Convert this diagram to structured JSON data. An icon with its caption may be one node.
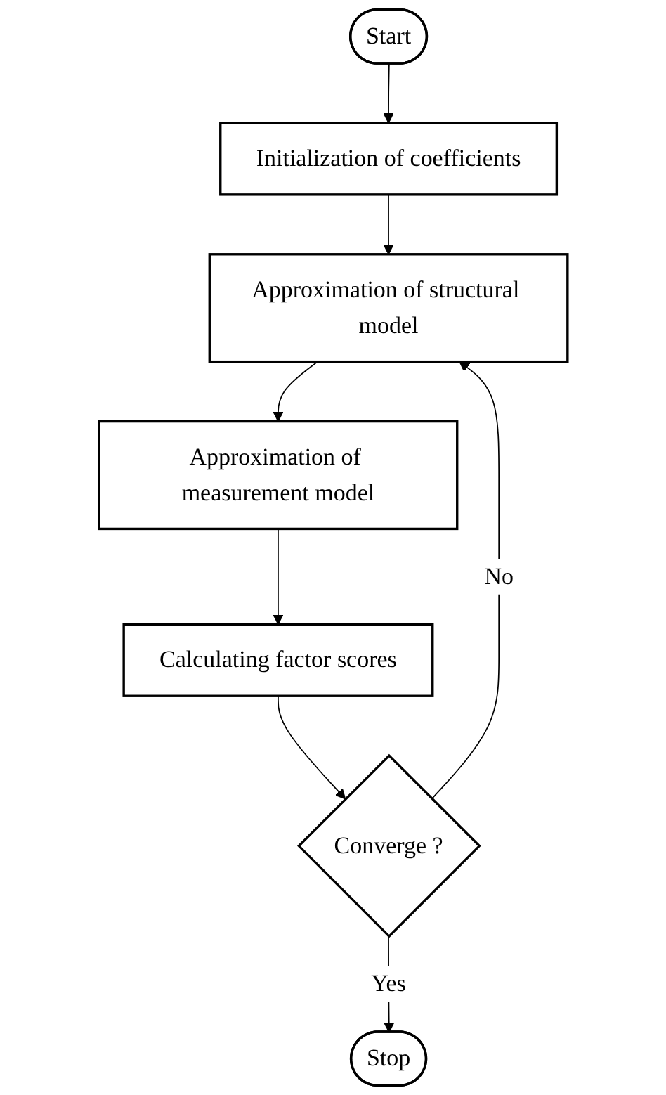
{
  "diagram": {
    "nodes": [
      {
        "text": [
          "Start"
        ]
      },
      {
        "text": [
          "Initialization of coefficients"
        ]
      },
      {
        "text": [
          "Approximation of structural model"
        ]
      },
      {
        "text": [
          "Approximation of measurement model"
        ]
      },
      {
        "text": [
          "Calculating factor scores"
        ]
      },
      {
        "text": [
          "Converge ?"
        ]
      },
      {
        "text": [
          "Stop"
        ]
      }
    ],
    "edges": [
      {
        "from": 0,
        "to": 1,
        "arrow": "to"
      },
      {
        "from": 1,
        "to": 2,
        "arrow": "to"
      },
      {
        "from": 2,
        "to": 3,
        "arrow": "to"
      },
      {
        "from": 3,
        "to": 4,
        "arrow": "to"
      },
      {
        "from": 4,
        "to": 5,
        "arrow": "to"
      },
      {
        "from": 5,
        "to": 2,
        "arrow": "to",
        "label": "No"
      },
      {
        "from": 5,
        "to": 6,
        "arrow": "to",
        "label": "Yes"
      }
    ]
  }
}
